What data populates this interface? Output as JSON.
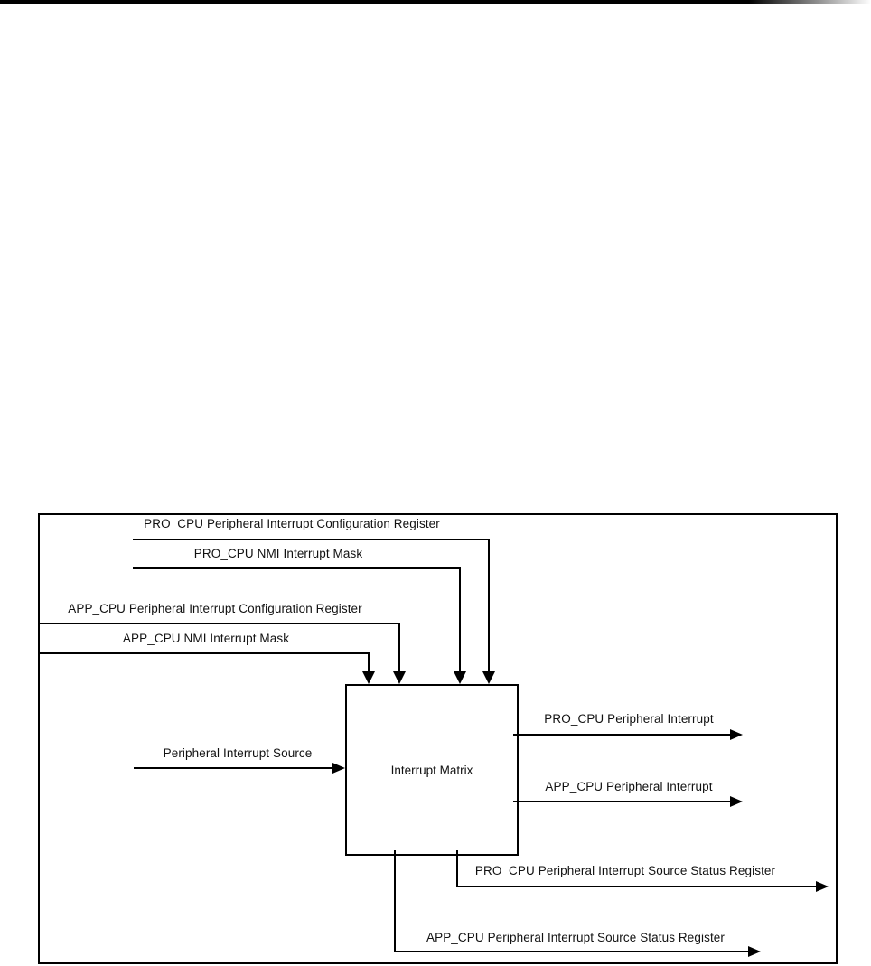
{
  "page": {
    "background": "#ffffff",
    "line_color": "#000000"
  },
  "diagram": {
    "center_box": {
      "label": "Interrupt Matrix"
    },
    "top_inputs": [
      {
        "label": "PRO_CPU Peripheral Interrupt Configuration Register"
      },
      {
        "label": "PRO_CPU NMI Interrupt Mask"
      },
      {
        "label": "APP_CPU Peripheral Interrupt Configuration Register"
      },
      {
        "label": "APP_CPU NMI Interrupt Mask"
      }
    ],
    "left_input": {
      "label": "Peripheral Interrupt Source"
    },
    "right_outputs": [
      {
        "label": "PRO_CPU Peripheral Interrupt"
      },
      {
        "label": "APP_CPU Peripheral Interrupt"
      }
    ],
    "bottom_outputs": [
      {
        "label": "PRO_CPU Peripheral Interrupt Source Status Register"
      },
      {
        "label": "APP_CPU Peripheral Interrupt Source Status Register"
      }
    ]
  }
}
